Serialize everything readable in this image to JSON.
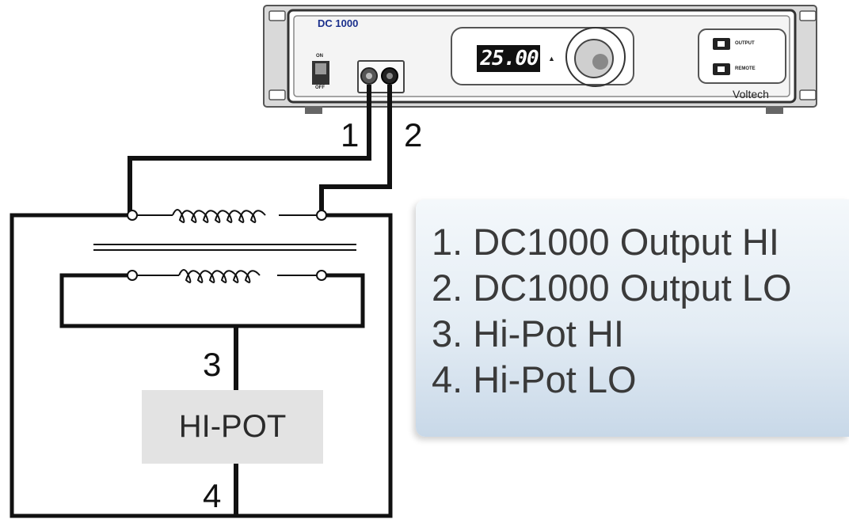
{
  "instrument": {
    "model_label": "DC 1000",
    "display_value": "25.00",
    "arrow_glyph": "▲",
    "switch_on_label": "ON",
    "switch_off_label": "OFF",
    "output_button_label": "OUTPUT",
    "remote_button_label": "REMOTE",
    "manufacturer": "Voltech"
  },
  "wires": {
    "wire1_label": "1",
    "wire2_label": "2",
    "wire3_label": "3",
    "wire4_label": "4"
  },
  "hipot_box_label": "HI-POT",
  "legend": [
    "1. DC1000 Output HI",
    "2. DC1000 Output LO",
    "3. Hi-Pot HI",
    "4. Hi-Pot LO"
  ],
  "colors": {
    "wire": "#111111",
    "legend_text": "#3a3a3a",
    "brand_text": "#1a2f8c",
    "hipot_fill": "#e3e3e3"
  }
}
